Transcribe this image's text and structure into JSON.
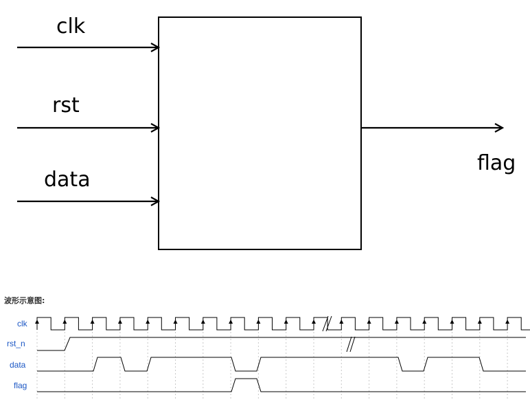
{
  "block_diagram": {
    "inputs": [
      {
        "id": "clk",
        "label": "clk"
      },
      {
        "id": "rst",
        "label": "rst"
      },
      {
        "id": "data",
        "label": "data"
      }
    ],
    "output": {
      "id": "flag",
      "label": "flag"
    }
  },
  "waveform": {
    "heading": "波形示意图:",
    "signals": [
      {
        "id": "clk",
        "label": "clk"
      },
      {
        "id": "rst_n",
        "label": "rst_n"
      },
      {
        "id": "data",
        "label": "data"
      },
      {
        "id": "flag",
        "label": "flag"
      }
    ]
  }
}
